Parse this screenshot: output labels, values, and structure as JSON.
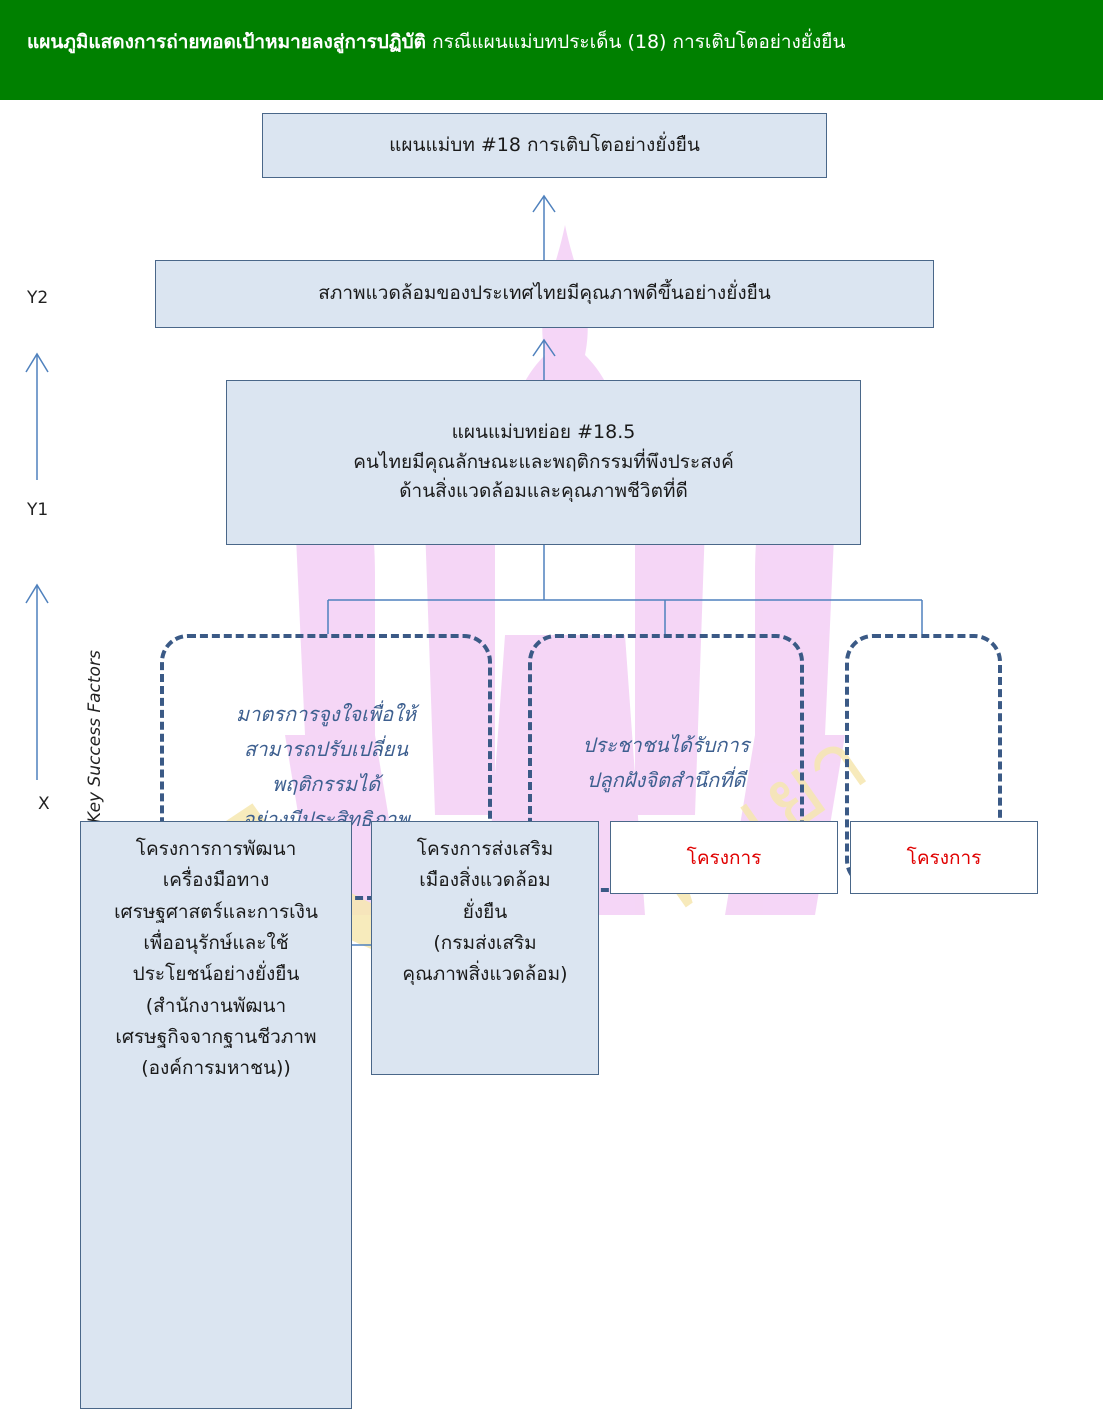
{
  "header": {
    "bold": "แผนภูมิแสดงการถ่ายทอดเป้าหมายลงสู่การปฏิบัติ",
    "rest": " กรณีแผนแม่บทประเด็น (18) การเติบโตอย่างยั่งยืน"
  },
  "top_box": "แผนแม่บท #18 การเติบโตอย่างยั่งยืน",
  "y2_box": "สภาพแวดล้อมของประเทศไทยมีคุณภาพดีขึ้นอย่างยั่งยืน",
  "sub_plan": {
    "lines": [
      "แผนแม่บทย่อย #18.5",
      "คนไทยมีคุณลักษณะและพฤติกรรมที่พึงประสงค์",
      "ด้านสิ่งแวดล้อมและคุณภาพชีวิตที่ดี"
    ]
  },
  "axis": {
    "y2": "Y2",
    "y1": "Y1",
    "x": "X",
    "vertical_label": "Critical Key Success Factors"
  },
  "factors": [
    {
      "lines": [
        "มาตรการจูงใจเพื่อให้",
        "สามารถปรับเปลี่ยน",
        "พฤติกรรมได้",
        "อย่างมีประสิทธิภาพ"
      ]
    },
    {
      "lines": [
        "ประชาชนได้รับการ",
        "ปลูกฝังจิตสำนึกที่ดี"
      ]
    },
    {
      "lines": []
    }
  ],
  "projects": [
    {
      "lines": [
        "โครงการการพัฒนา",
        "เครื่องมือทาง",
        "เศรษฐศาสตร์และการเงิน",
        "เพื่ออนุรักษ์และใช้",
        "ประโยชน์อย่างยั่งยืน",
        "(สำนักงานพัฒนา",
        "เศรษฐกิจจากฐานชีวภาพ",
        "(องค์การมหาชน))"
      ]
    },
    {
      "lines": [
        "โครงการส่งเสริม",
        "เมืองสิ่งแวดล้อม",
        "ยั่งยืน",
        "(กรมส่งเสริม",
        "คุณภาพสิ่งแวดล้อม)"
      ]
    },
    {
      "label": "โครงการ"
    },
    {
      "label": "โครงการ"
    }
  ],
  "colors": {
    "header_bg": "#008000",
    "box_fill": "#dbe5f1",
    "connector": "#4f81bd",
    "dashed_border": "#3b5a86",
    "placeholder_text": "#e00000"
  }
}
